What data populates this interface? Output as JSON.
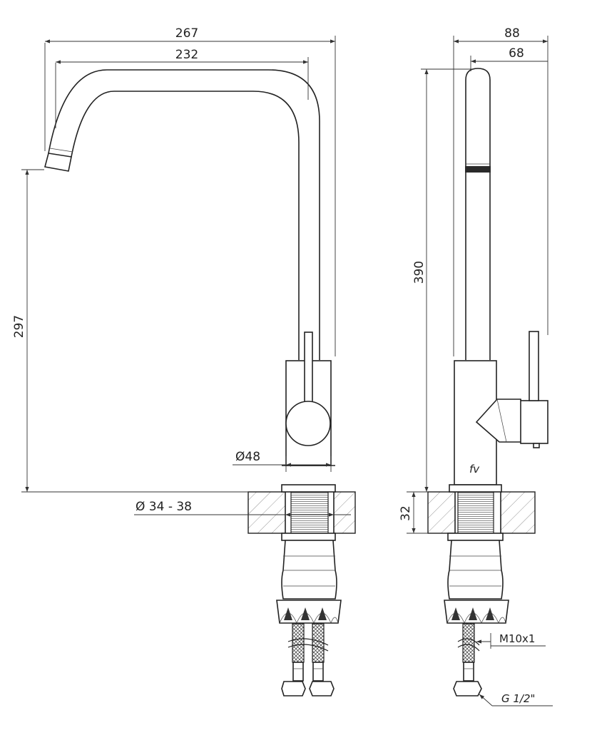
{
  "dimensions": {
    "overall_width": "267",
    "spout_reach": "232",
    "spout_height": "297",
    "body_diameter": "Ø48",
    "mounting_hole": "Ø 34 - 38",
    "side_depth_total": "88",
    "side_depth_body": "68",
    "total_height": "390",
    "countertop_thickness": "32",
    "hose_thread": "M10x1",
    "connection_thread": "G 1/2\""
  },
  "logo_text": "fv",
  "colors": {
    "line": "#222222",
    "hatch": "#666666",
    "background": "#ffffff"
  }
}
